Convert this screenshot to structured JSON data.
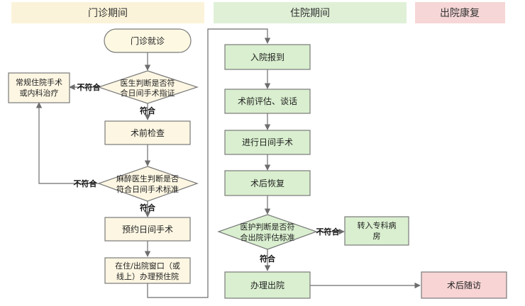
{
  "headers": {
    "outpatient": "门诊期间",
    "inpatient": "住院期间",
    "discharge_rehab": "出院康复"
  },
  "nodes": {
    "outpatient_visit": "门诊就诊",
    "doctor_judge_line1": "医生判断是否符",
    "doctor_judge_line2": "合日间手术指证",
    "conventional_line1": "常规住院手术",
    "conventional_line2": "或内科治疗",
    "preop_exam": "术前检查",
    "anesth_judge_line1": "麻醉医生判断是否",
    "anesth_judge_line2": "符合日间手术标准",
    "book_surgery": "预约日间手术",
    "reserve_line1": "在住/出院窗口（或",
    "reserve_line2": "线上）办理预住院",
    "admission_report": "入院报到",
    "preop_assessment": "术前评估、谈话",
    "day_surgery": "进行日间手术",
    "postop_recovery": "术后恢复",
    "discharge_judge_line1": "医护判断是否符",
    "discharge_judge_line2": "合出院评估标准",
    "transfer_line1": "转入专科病",
    "transfer_line2": "房",
    "discharge_procedure": "办理出院",
    "followup": "术后随访"
  },
  "edge_labels": {
    "fail_1": "不符合",
    "pass_1": "符合",
    "fail_2": "不符合",
    "pass_2": "符合",
    "fail_3": "不符合",
    "pass_3": "符合"
  },
  "colors": {
    "stroke": "#7a7a7a",
    "outpatient_fill": "#fcf6e2",
    "inpatient_fill": "#d9efcf",
    "rehab_fill": "#f8d4d4",
    "outpatient_header": "#fbf3d9",
    "inpatient_header": "#dff0d6",
    "rehab_header": "#f6d6d6",
    "terminal_fill": "#fdf8e2"
  }
}
